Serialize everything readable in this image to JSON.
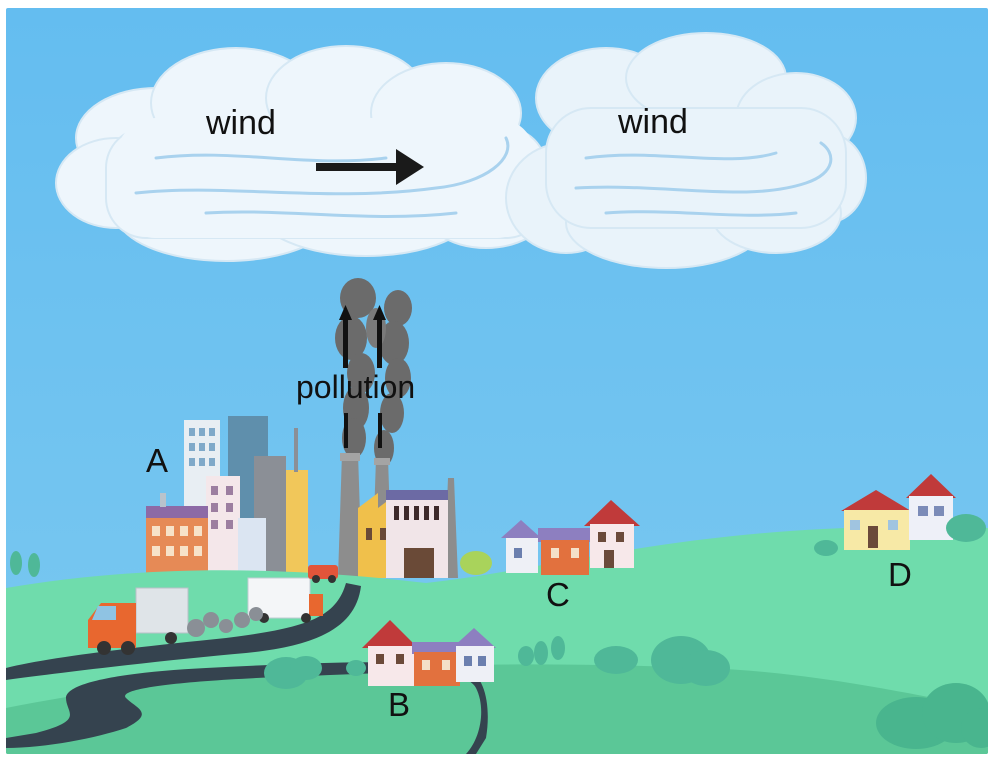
{
  "labels": {
    "wind_left": "wind",
    "wind_right": "wind",
    "pollution": "pollution",
    "location_a": "A",
    "location_b": "B",
    "location_c": "C",
    "location_d": "D"
  },
  "colors": {
    "sky": "#6ec1ef",
    "cloud": "#eef6fc",
    "grass": "#6fdcac",
    "grass_dark": "#5bc797",
    "road": "#35434f",
    "smoke": "#6b6b6b",
    "arrow": "#1a1a1a"
  },
  "icons": {
    "wind_arrow": "arrow-right-icon",
    "pollution_arrows": "arrow-up-icon"
  }
}
